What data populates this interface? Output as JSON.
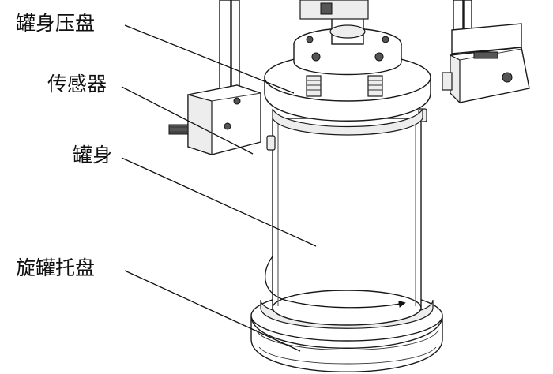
{
  "labels": {
    "tank_lid": "罐身压盘",
    "sensor": "传感器",
    "tank_body": "罐身",
    "rotary_tray": "旋罐托盘"
  },
  "colors": {
    "line": "#222222",
    "background": "#ffffff",
    "shade": "#ededed"
  },
  "icons": {
    "rotation_arrow": "curved-arrow-right-icon"
  }
}
